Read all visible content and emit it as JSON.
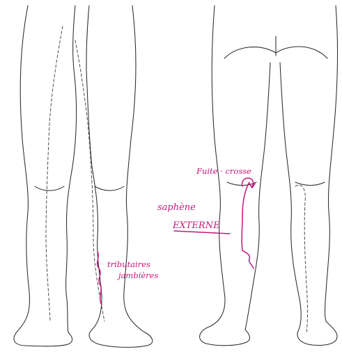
{
  "colors": {
    "outline": "#2a2a2a",
    "annotation": "#c4177a",
    "background": "#ffffff"
  },
  "views": {
    "front": {
      "annotation": {
        "line1": "tributaires",
        "line2": "jambières"
      }
    },
    "back": {
      "annotation_top": "Fuite · crosse",
      "annotation_label_1": "saphène",
      "annotation_label_2": "EXTERNE"
    }
  }
}
